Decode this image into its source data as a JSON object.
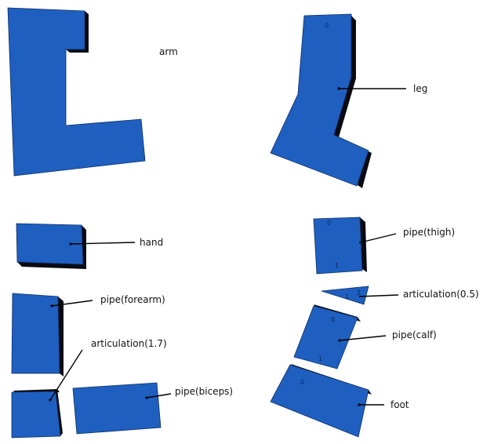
{
  "colors": {
    "face": "#1f5fbf",
    "edge": "#0d2f66",
    "shadow": "#0a0a12",
    "line": "#000000"
  },
  "labels": {
    "arm": "arm",
    "leg": "leg",
    "hand": "hand",
    "pipe_forearm": "pipe(forearm)",
    "articulation_arm": "articulation(1.7)",
    "pipe_biceps": "pipe(biceps)",
    "pipe_thigh": "pipe(thigh)",
    "articulation_leg": "articulation(0.5)",
    "pipe_calf": "pipe(calf)",
    "foot": "foot"
  },
  "markers": {
    "zero": "0",
    "one": "1",
    "two": "2"
  }
}
